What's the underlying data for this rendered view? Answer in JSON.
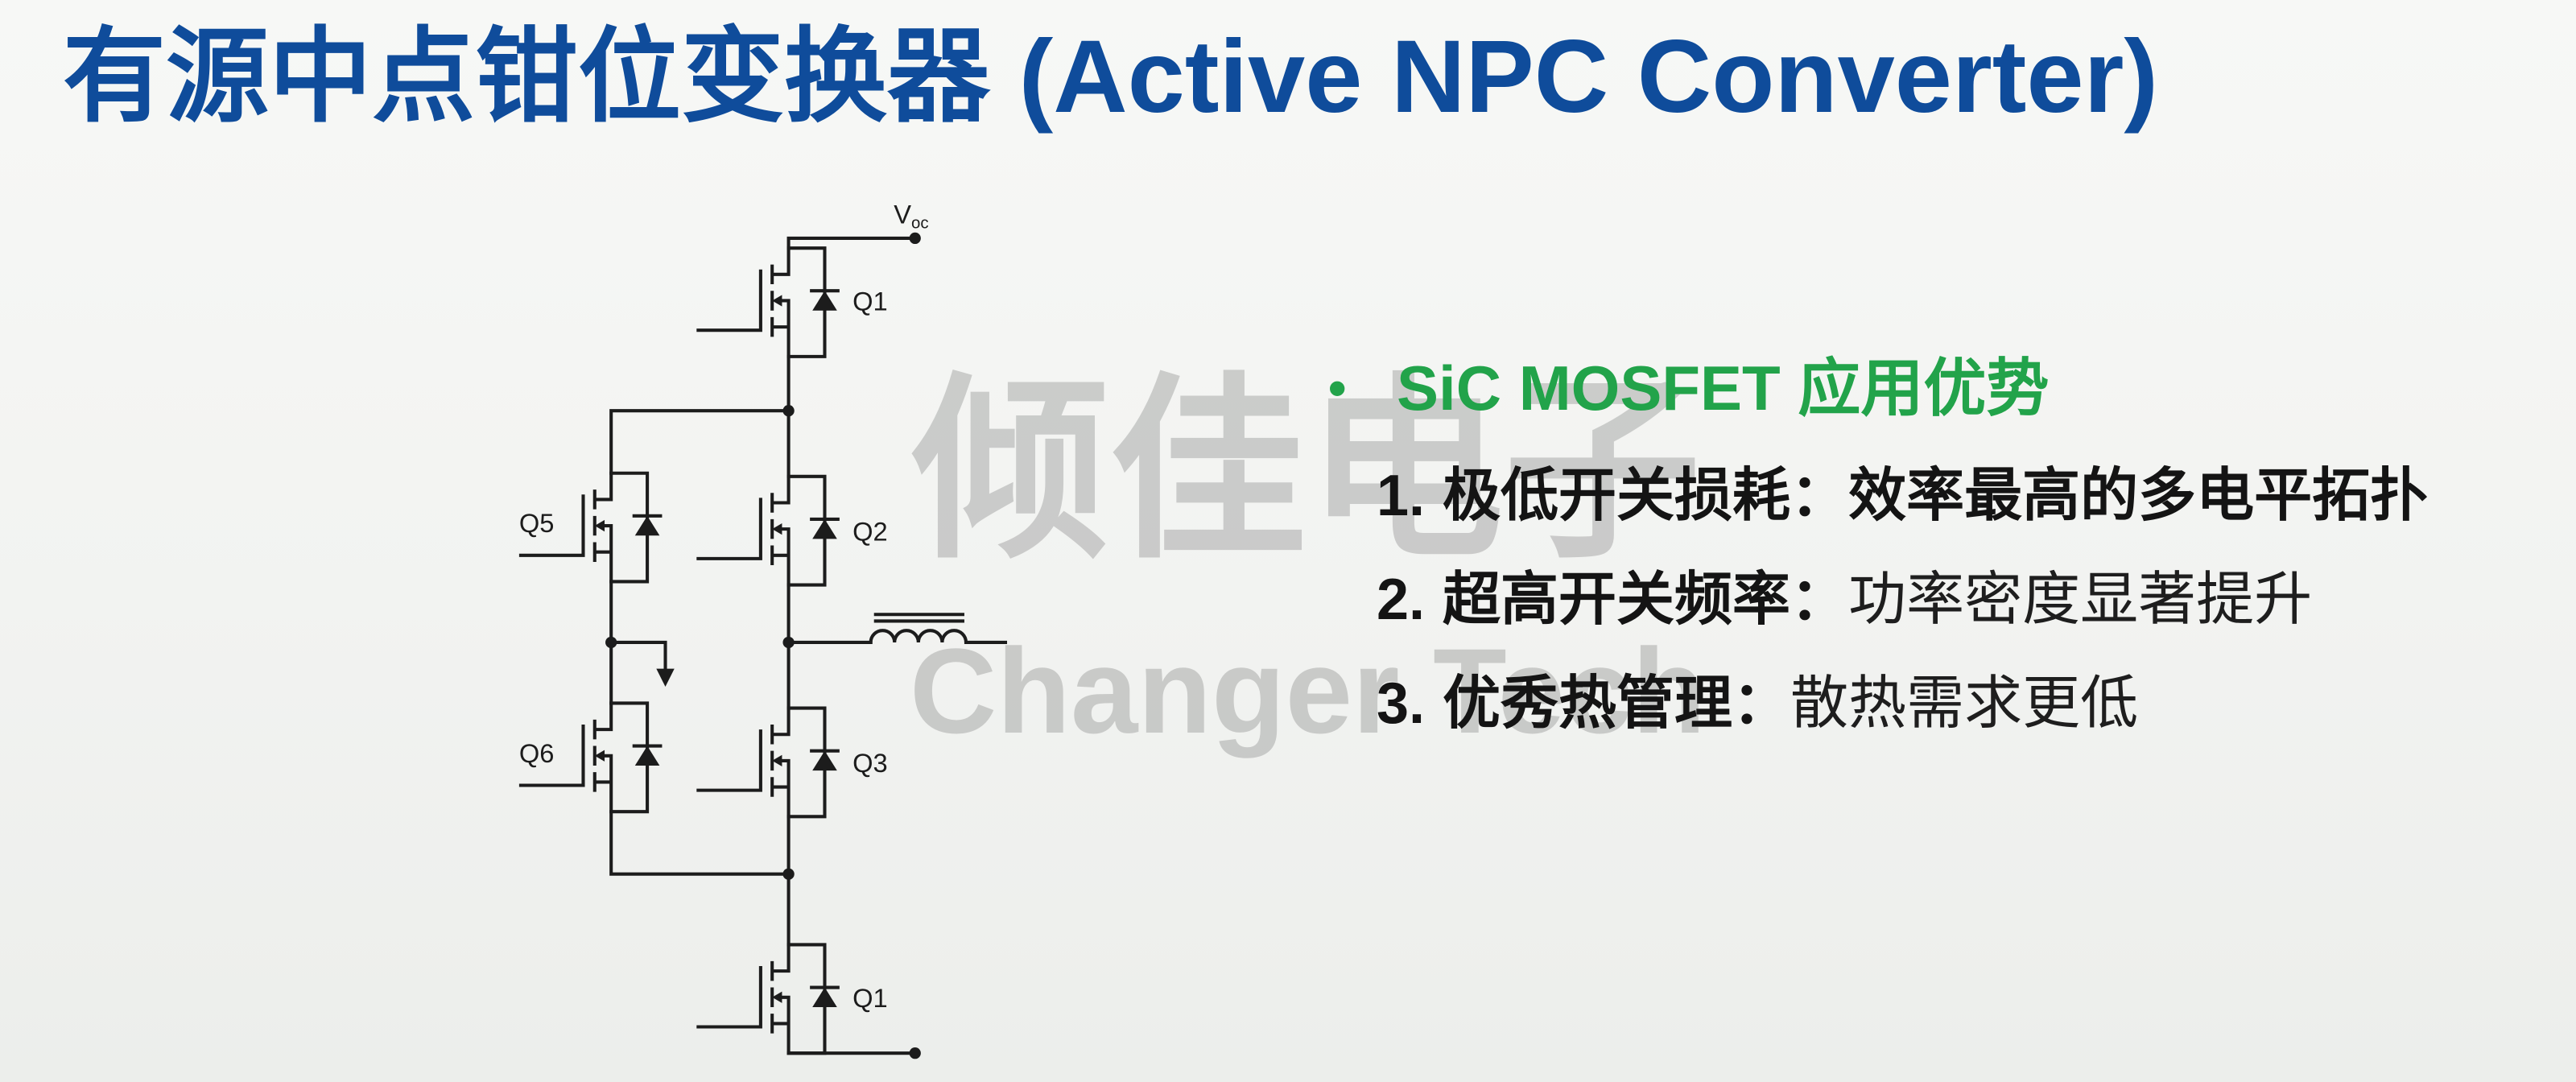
{
  "theme": {
    "title": "#0f4c9b",
    "accent": "#22a34a",
    "ink": "#141414",
    "wire": "#1c1c1c",
    "watermark": "#8a8a8a",
    "background": "#f3f4f2"
  },
  "slide": {
    "title": "有源中点钳位变换器 (Active NPC Converter)"
  },
  "circuit": {
    "supply_label": {
      "main": "V",
      "sub": "oc"
    },
    "switches": [
      {
        "label": "Q1"
      },
      {
        "label": "Q2"
      },
      {
        "label": "Q3"
      },
      {
        "label": "Q1"
      },
      {
        "label": "Q5"
      },
      {
        "label": "Q6"
      }
    ]
  },
  "advantages": {
    "bullet": "•",
    "heading": "SiC MOSFET 应用优势",
    "items": [
      {
        "number": "1.",
        "title": "极低开关损耗：",
        "detail": "效率最高的多电平拓扑"
      },
      {
        "number": "2.",
        "title": "超高开关频率：",
        "detail": "功率密度显著提升"
      },
      {
        "number": "3.",
        "title": "优秀热管理：",
        "detail": "散热需求更低"
      }
    ]
  },
  "watermark": {
    "cn": "倾佳电子",
    "en": "Changer Tech"
  }
}
